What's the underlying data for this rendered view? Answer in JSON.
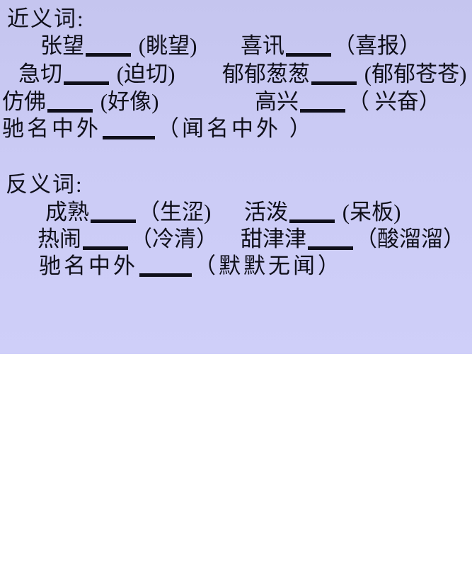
{
  "slide": {
    "background_color": "#cbcbf5",
    "text_color": "#0f0f1a",
    "separator": "——",
    "sections": [
      {
        "heading": "近义词:",
        "pairs": [
          {
            "word": "张望",
            "answer": "(眺望)"
          },
          {
            "word": "喜讯",
            "answer": "（喜报）"
          },
          {
            "word": "急切",
            "answer": "(迫切)"
          },
          {
            "word": "郁郁葱葱",
            "answer": "(郁郁苍苍)"
          },
          {
            "word": "仿佛",
            "answer": "(好像)"
          },
          {
            "word": "高兴",
            "answer": "（ 兴奋）"
          },
          {
            "word": "驰名中外",
            "answer": "（闻名中外 ）"
          }
        ]
      },
      {
        "heading": "反义词:",
        "pairs": [
          {
            "word": "成熟",
            "answer": "（生涩)"
          },
          {
            "word": "活泼",
            "answer": "(呆板)"
          },
          {
            "word": "热闹",
            "answer": "（冷清）"
          },
          {
            "word": "甜津津",
            "answer": "（酸溜溜）"
          },
          {
            "word": "驰名中外",
            "answer": "（默默无闻）"
          }
        ]
      }
    ]
  }
}
